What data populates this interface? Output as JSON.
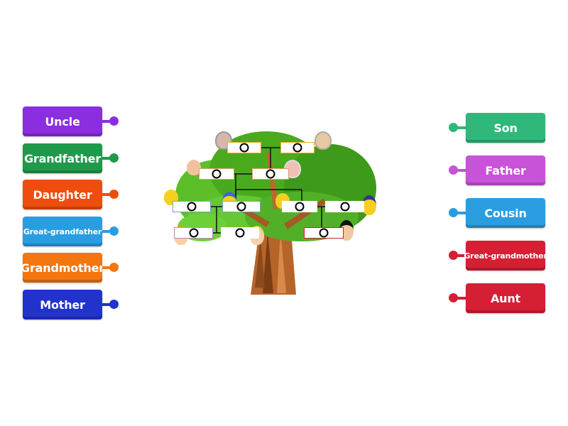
{
  "left_tiles": [
    {
      "label": "Uncle",
      "color": "#8a2ee0",
      "size": "big"
    },
    {
      "label": "Grandfather",
      "color": "#1f9a4a",
      "size": "big"
    },
    {
      "label": "Daughter",
      "color": "#ef4d0e",
      "size": "big"
    },
    {
      "label": "Great-grandfather",
      "color": "#2a9de0",
      "size": "small"
    },
    {
      "label": "Grandmother",
      "color": "#f4760f",
      "size": "big"
    },
    {
      "label": "Mother",
      "color": "#2233cc",
      "size": "big"
    }
  ],
  "right_tiles": [
    {
      "label": "Son",
      "color": "#2fb87a",
      "size": "big"
    },
    {
      "label": "Father",
      "color": "#c853d8",
      "size": "big"
    },
    {
      "label": "Cousin",
      "color": "#2a9de0",
      "size": "big"
    },
    {
      "label": "Great-grandmother",
      "color": "#d41f35",
      "size": "small"
    },
    {
      "label": "Aunt",
      "color": "#d41f35",
      "size": "big"
    }
  ],
  "tree": {
    "slot_count": 12,
    "slots": [
      {
        "id": "gen1-left",
        "border": "#e8b020"
      },
      {
        "id": "gen1-right",
        "border": "#e8b020"
      },
      {
        "id": "gen2-left",
        "border": "#d8a070"
      },
      {
        "id": "gen2-right",
        "border": "#d8a070"
      },
      {
        "id": "gen3-1",
        "border": "#7aa0c8"
      },
      {
        "id": "gen3-2",
        "border": "#7aa0c8"
      },
      {
        "id": "gen3-3",
        "border": "#ffffff"
      },
      {
        "id": "gen3-4",
        "border": "#ffffff"
      },
      {
        "id": "gen4-1",
        "border": "#c880c8"
      },
      {
        "id": "gen4-2",
        "border": "#ffffff"
      },
      {
        "id": "gen4-3",
        "border": "#cc2222"
      }
    ]
  }
}
